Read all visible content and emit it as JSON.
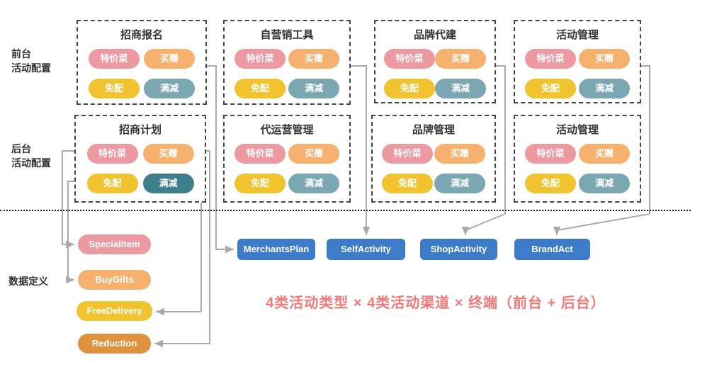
{
  "colors": {
    "pink": "#EC99A2",
    "orange": "#F5B16D",
    "yellow": "#F1C32E",
    "teal": "#7AA7B2",
    "dark_teal": "#3F7E8C",
    "blue": "#3C7CC8",
    "dark_orange": "#E0913D",
    "connector": "#A9A9A9",
    "highlight": "#F47878",
    "box_border": "#444444",
    "text": "#333333"
  },
  "side_labels": [
    {
      "lines": [
        "前台",
        "活动配置"
      ]
    },
    {
      "lines": [
        "后台",
        "活动配置"
      ]
    }
  ],
  "rows": [
    {
      "boxes": [
        {
          "title": "招商报名",
          "pills": [
            {
              "label": "特价菜",
              "color": "pink"
            },
            {
              "label": "买赠",
              "color": "orange"
            },
            {
              "label": "免配",
              "color": "yellow"
            },
            {
              "label": "满减",
              "color": "teal"
            }
          ]
        },
        {
          "title": "自营销工具",
          "pills": [
            {
              "label": "特价菜",
              "color": "pink"
            },
            {
              "label": "买赠",
              "color": "orange"
            },
            {
              "label": "免配",
              "color": "yellow"
            },
            {
              "label": "满减",
              "color": "teal"
            }
          ]
        },
        {
          "title": "品牌代建",
          "pills": [
            {
              "label": "特价菜",
              "color": "pink"
            },
            {
              "label": "买赠",
              "color": "orange"
            },
            {
              "label": "免配",
              "color": "yellow"
            },
            {
              "label": "满减",
              "color": "teal"
            }
          ]
        },
        {
          "title": "活动管理",
          "pills": [
            {
              "label": "特价菜",
              "color": "pink"
            },
            {
              "label": "买赠",
              "color": "orange"
            },
            {
              "label": "免配",
              "color": "yellow"
            },
            {
              "label": "满减",
              "color": "teal"
            }
          ]
        }
      ]
    },
    {
      "boxes": [
        {
          "title": "招商计划",
          "pills": [
            {
              "label": "特价菜",
              "color": "pink"
            },
            {
              "label": "买赠",
              "color": "orange"
            },
            {
              "label": "免配",
              "color": "yellow"
            },
            {
              "label": "满减",
              "color": "dark_teal"
            }
          ]
        },
        {
          "title": "代运营管理",
          "pills": [
            {
              "label": "特价菜",
              "color": "pink"
            },
            {
              "label": "买赠",
              "color": "orange"
            },
            {
              "label": "免配",
              "color": "yellow"
            },
            {
              "label": "满减",
              "color": "teal"
            }
          ]
        },
        {
          "title": "品牌管理",
          "pills": [
            {
              "label": "特价菜",
              "color": "pink"
            },
            {
              "label": "买赠",
              "color": "orange"
            },
            {
              "label": "免配",
              "color": "yellow"
            },
            {
              "label": "满减",
              "color": "teal"
            }
          ]
        },
        {
          "title": "活动管理",
          "pills": [
            {
              "label": "特价菜",
              "color": "pink"
            },
            {
              "label": "买赠",
              "color": "orange"
            },
            {
              "label": "免配",
              "color": "yellow"
            },
            {
              "label": "满减",
              "color": "teal"
            }
          ]
        }
      ]
    }
  ],
  "data_section": {
    "label": "数据定义",
    "items": [
      {
        "label": "SpecialItem",
        "color": "pink"
      },
      {
        "label": "BuyGifts",
        "color": "orange"
      },
      {
        "label": "FreeDelivery",
        "color": "yellow"
      },
      {
        "label": "Reduction",
        "color": "dark_orange"
      }
    ]
  },
  "channels": [
    {
      "label": "MerchantsPlan"
    },
    {
      "label": "SelfActivity"
    },
    {
      "label": "ShopActivity"
    },
    {
      "label": "BrandAct"
    }
  ],
  "formula": "4类活动类型 × 4类活动渠道 ×  终端（前台 + 后台）"
}
